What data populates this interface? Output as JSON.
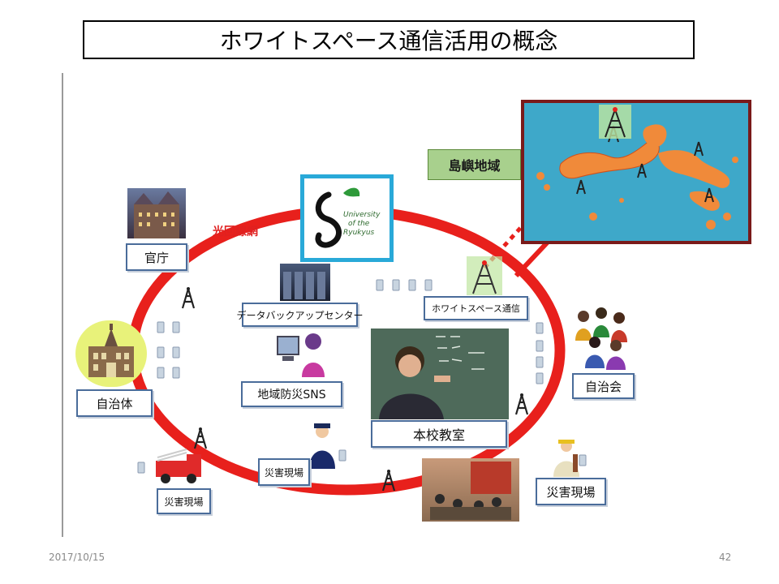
{
  "title": "ホワイトスペース通信活用の概念",
  "footer": {
    "date": "2017/10/15",
    "page": "42"
  },
  "network_label": "光回線網",
  "island_label": "島嶼地域",
  "logo_text": [
    "University",
    "of the",
    "Ryukyus"
  ],
  "nodes": {
    "kancho": "官庁",
    "jichitai": "自治体",
    "saigai_left": "災害現場",
    "datacenter": "データバックアップセンター",
    "sns": "地域防災SNS",
    "saigai_center": "災害現場",
    "whitespace": "ホワイトスペース通信",
    "classroom": "本校教室",
    "jichikai": "自治会",
    "saigai_right": "災害現場"
  },
  "colors": {
    "ring": "#e8201c",
    "sea": "#3ea8c9",
    "island": "#f08a3a",
    "label_border": "#4a6c9a",
    "logo_border": "#29a9d8",
    "map_border": "#7a1a1a",
    "island_label_bg": "#a8d08d"
  },
  "icons": [
    "antenna-tower-icon",
    "mobile-phone-icon",
    "building-icon",
    "fire-truck-icon",
    "police-officer-icon",
    "people-group-icon",
    "computer-user-icon",
    "classroom-photo-icon"
  ]
}
